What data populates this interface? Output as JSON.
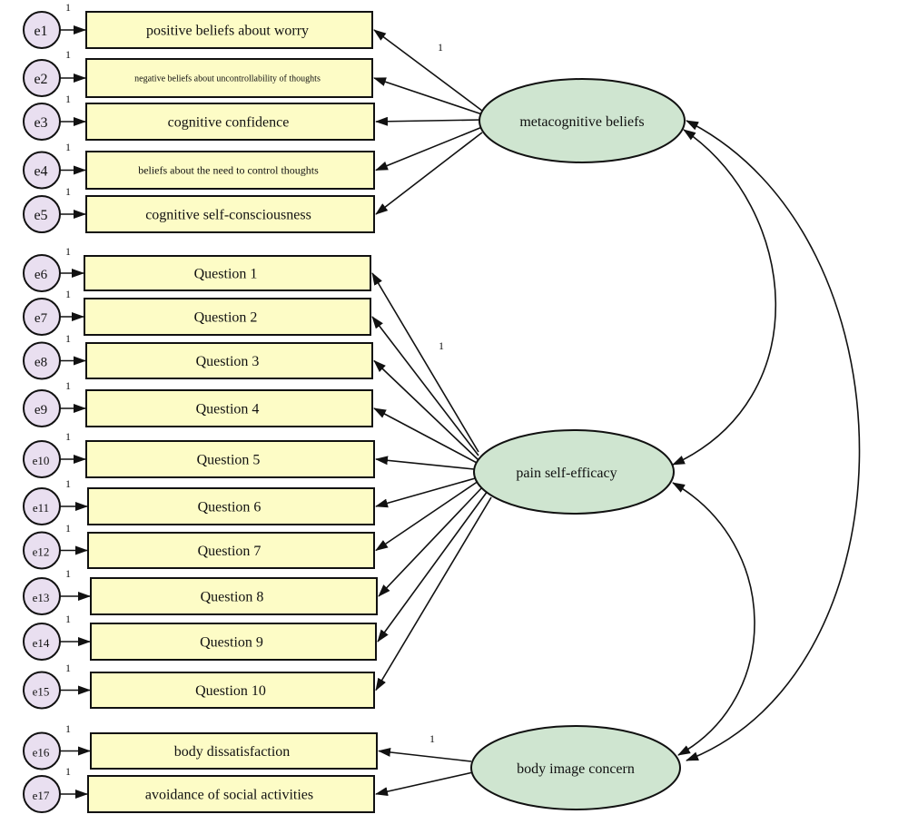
{
  "latents": {
    "metacognitive": "metacognitive beliefs",
    "pain": "pain self-efficacy",
    "body": "body image concern"
  },
  "indicators": [
    {
      "error": "e1",
      "label": "positive beliefs about worry"
    },
    {
      "error": "e2",
      "label": "negative beliefs about uncontrollability of thoughts"
    },
    {
      "error": "e3",
      "label": "cognitive confidence"
    },
    {
      "error": "e4",
      "label": "beliefs about the need to control thoughts"
    },
    {
      "error": "e5",
      "label": "cognitive self-consciousness"
    },
    {
      "error": "e6",
      "label": "Question 1"
    },
    {
      "error": "e7",
      "label": "Question 2"
    },
    {
      "error": "e8",
      "label": "Question 3"
    },
    {
      "error": "e9",
      "label": "Question 4"
    },
    {
      "error": "e10",
      "label": "Question 5"
    },
    {
      "error": "e11",
      "label": "Question 6"
    },
    {
      "error": "e12",
      "label": "Question 7"
    },
    {
      "error": "e13",
      "label": "Question 8"
    },
    {
      "error": "e14",
      "label": "Question 9"
    },
    {
      "error": "e15",
      "label": "Question 10"
    },
    {
      "error": "e16",
      "label": "body dissatisfaction"
    },
    {
      "error": "e17",
      "label": "avoidance of social activities"
    }
  ],
  "error_weight": "1",
  "loading_weight": "1",
  "colors": {
    "indicator_fill": "#fdfcc6",
    "latent_fill": "#cfe5d0",
    "error_fill": "#e9dff0",
    "line": "#111111"
  }
}
